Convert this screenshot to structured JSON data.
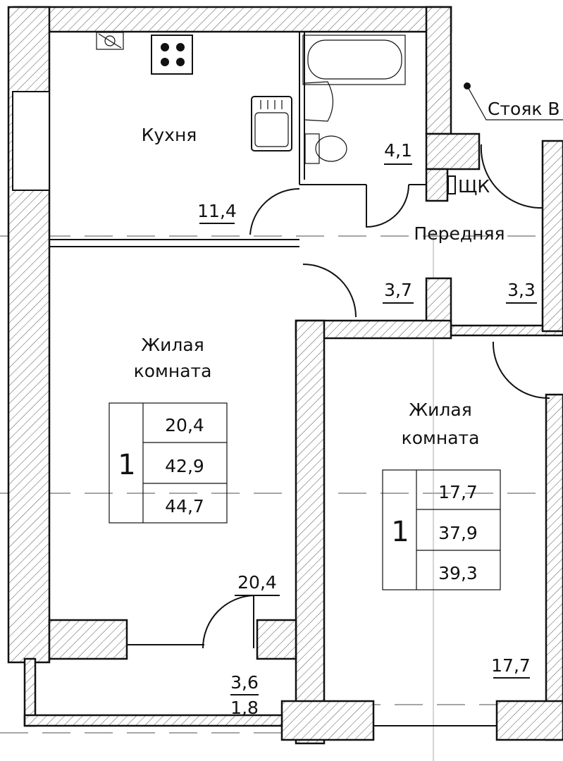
{
  "rooms": {
    "kitchen": {
      "name": "Кухня",
      "area": "11,4"
    },
    "bathroom": {
      "area": "4,1"
    },
    "hall": {
      "name": "Передняя",
      "area": "3,7"
    },
    "corridor": {
      "area": "3,3"
    },
    "panel": {
      "label": "ЩК"
    },
    "riser": {
      "label": "Стояк В"
    },
    "living1": {
      "name_line1": "Жилая",
      "name_line2": "комната",
      "area": "20,4"
    },
    "living2": {
      "name_line1": "Жилая",
      "name_line2": "комната",
      "area": "17,7"
    },
    "balcony": {
      "area_total": "3,6",
      "area_reduced": "1,8"
    }
  },
  "apartments": [
    {
      "rooms": "1",
      "living_area": "20,4",
      "total_area": "42,9",
      "total_with_balcony": "44,7"
    },
    {
      "rooms": "1",
      "living_area": "17,7",
      "total_area": "37,9",
      "total_with_balcony": "39,3"
    }
  ]
}
